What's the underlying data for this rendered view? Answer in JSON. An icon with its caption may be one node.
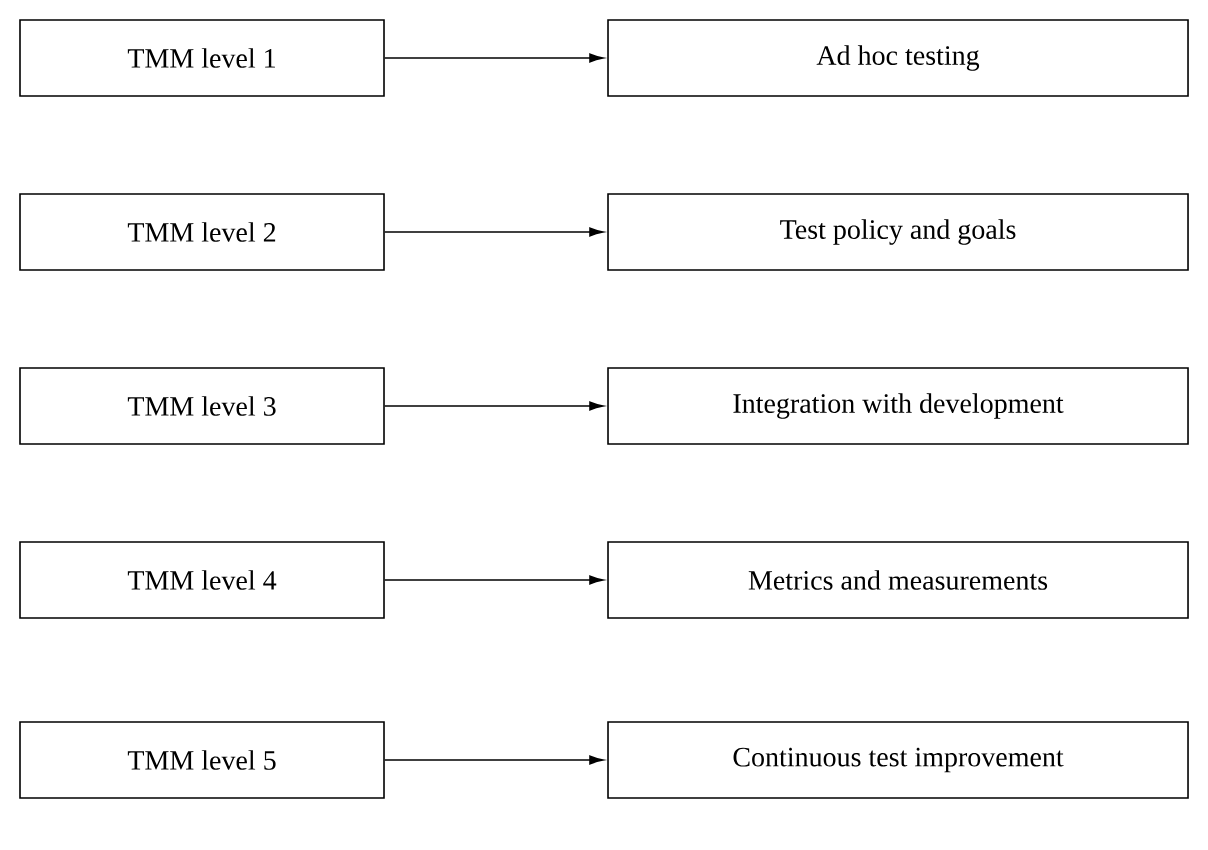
{
  "diagram": {
    "nodes": [
      {
        "text": [
          "TMM level 1"
        ]
      },
      {
        "text": [
          "Ad hoc testing"
        ]
      },
      {
        "text": [
          "TMM level 2"
        ]
      },
      {
        "text": [
          "Test policy and goals"
        ]
      },
      {
        "text": [
          "TMM level 3"
        ]
      },
      {
        "text": [
          "Integration with development"
        ]
      },
      {
        "text": [
          "TMM level 4"
        ]
      },
      {
        "text": [
          "Metrics and measurements"
        ]
      },
      {
        "text": [
          "TMM level 5"
        ]
      },
      {
        "text": [
          "Continuous test improvement"
        ]
      }
    ],
    "edges": [
      {
        "from": 0,
        "to": 1,
        "arrow": "to"
      },
      {
        "from": 2,
        "to": 3,
        "arrow": "to"
      },
      {
        "from": 4,
        "to": 5,
        "arrow": "to"
      },
      {
        "from": 6,
        "to": 7,
        "arrow": "to"
      },
      {
        "from": 8,
        "to": 9,
        "arrow": "to"
      }
    ]
  }
}
